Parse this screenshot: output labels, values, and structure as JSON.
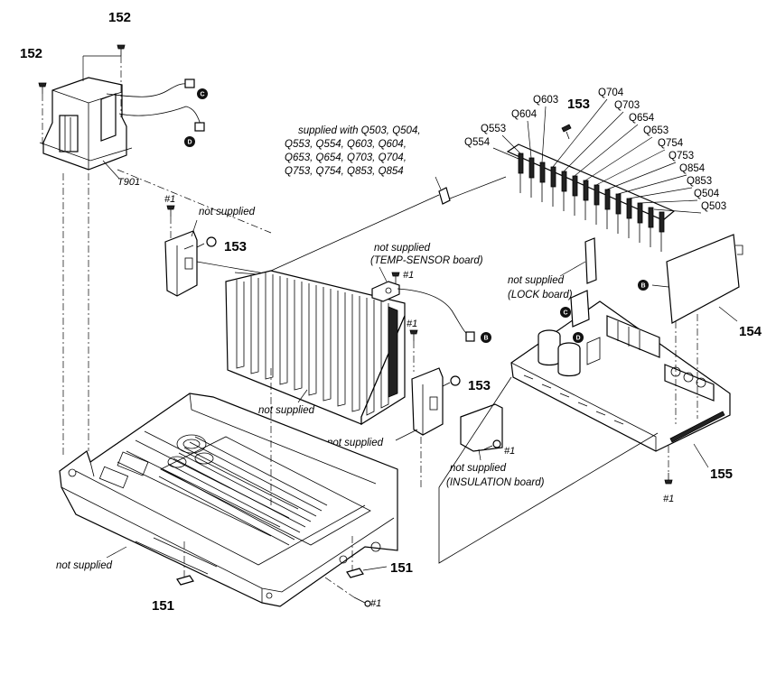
{
  "part_numbers": {
    "p151": "151",
    "p152": "152",
    "p153": "153",
    "p154": "154",
    "p155": "155",
    "t901": "T901"
  },
  "screw_ref": "#1",
  "notes": {
    "not_supplied": "not supplied",
    "temp_sensor": "(TEMP-SENSOR board)",
    "lock": "(LOCK board)",
    "insulation": "(INSULATION board)"
  },
  "supplied_with": [
    "supplied with Q503, Q504,",
    "Q553, Q554, Q603, Q604,",
    "Q653, Q654, Q703, Q704,",
    "Q753, Q754, Q853, Q854"
  ],
  "transistors": [
    "Q603",
    "Q604",
    "Q553",
    "Q554",
    "Q704",
    "Q703",
    "Q654",
    "Q653",
    "Q754",
    "Q753",
    "Q854",
    "Q853",
    "Q504",
    "Q503"
  ],
  "connectors": {
    "b": "B",
    "c": "C",
    "d": "D"
  }
}
